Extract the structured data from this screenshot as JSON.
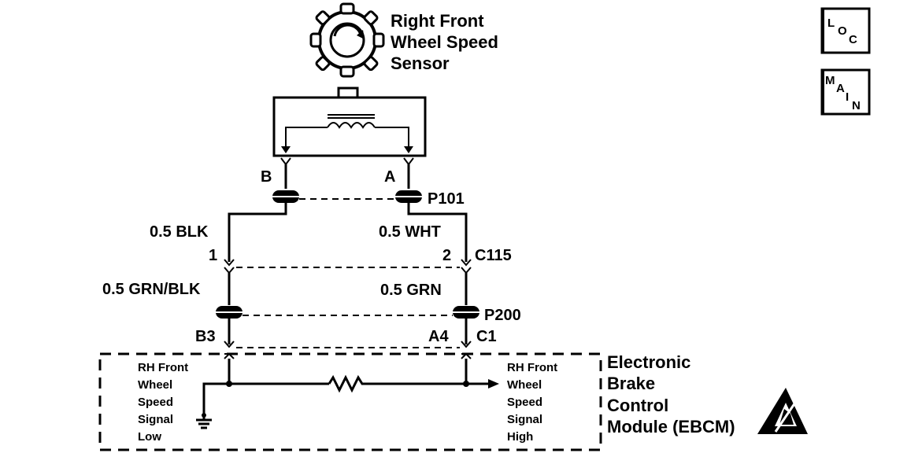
{
  "sensor": {
    "title_line1": "Right Front",
    "title_line2": "Wheel Speed",
    "title_line3": "Sensor",
    "terminal_b": "B",
    "terminal_a": "A"
  },
  "connectors": {
    "p101": "P101",
    "c115": "C115",
    "c115_pin1": "1",
    "c115_pin2": "2",
    "p200": "P200",
    "b3": "B3",
    "a4": "A4",
    "c1": "C1"
  },
  "wires": {
    "left_upper": "0.5 BLK",
    "right_upper": "0.5 WHT",
    "left_lower": "0.5 GRN/BLK",
    "right_lower": "0.5 GRN"
  },
  "module": {
    "line1": "Electronic",
    "line2": "Brake",
    "line3": "Control",
    "line4": "Module (EBCM)",
    "low_label": [
      "RH Front",
      "Wheel",
      "Speed",
      "Signal",
      "Low"
    ],
    "high_label": [
      "RH Front",
      "Wheel",
      "Speed",
      "Signal",
      "High"
    ]
  },
  "buttons": {
    "loc": [
      "L",
      "O",
      "C"
    ],
    "main": [
      "M",
      "A",
      "I",
      "N"
    ]
  },
  "icons": {
    "sensor": "toothed-wheel-icon",
    "esd": "esd-warning-icon",
    "ground": "ground-icon",
    "resistor": "resistor-icon"
  }
}
